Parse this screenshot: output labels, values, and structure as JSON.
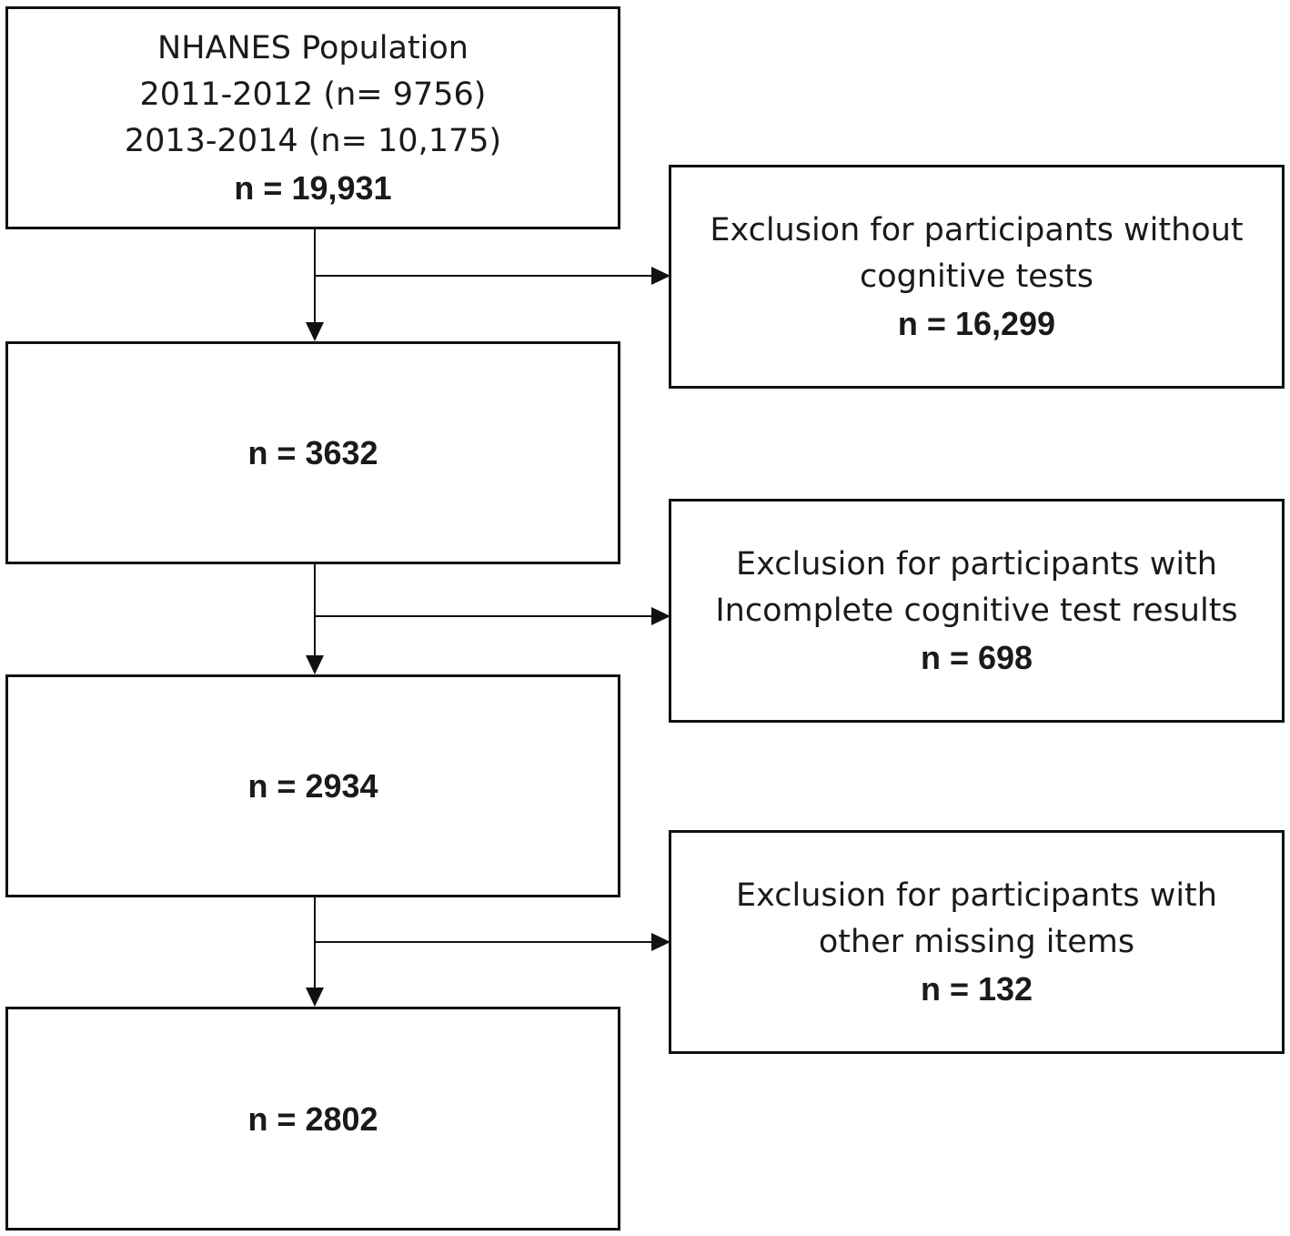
{
  "main_flow": [
    {
      "lines": [
        "NHANES Population",
        "2011-2012 (n= 9756)",
        "2013-2014 (n= 10,175)"
      ],
      "count": "n = 19,931"
    },
    {
      "lines": [],
      "count": "n = 3632"
    },
    {
      "lines": [],
      "count": "n = 2934"
    },
    {
      "lines": [],
      "count": "n = 2802"
    }
  ],
  "exclusions": [
    {
      "lines": [
        "Exclusion for participants without",
        "cognitive tests"
      ],
      "count": "n = 16,299"
    },
    {
      "lines": [
        "Exclusion for participants with",
        "Incomplete cognitive test results"
      ],
      "count": "n = 698"
    },
    {
      "lines": [
        "Exclusion for participants with",
        "other missing items"
      ],
      "count": "n = 132"
    }
  ],
  "colors": {
    "stroke": "#111111",
    "background": "#ffffff",
    "text": "#1a1a1a"
  }
}
